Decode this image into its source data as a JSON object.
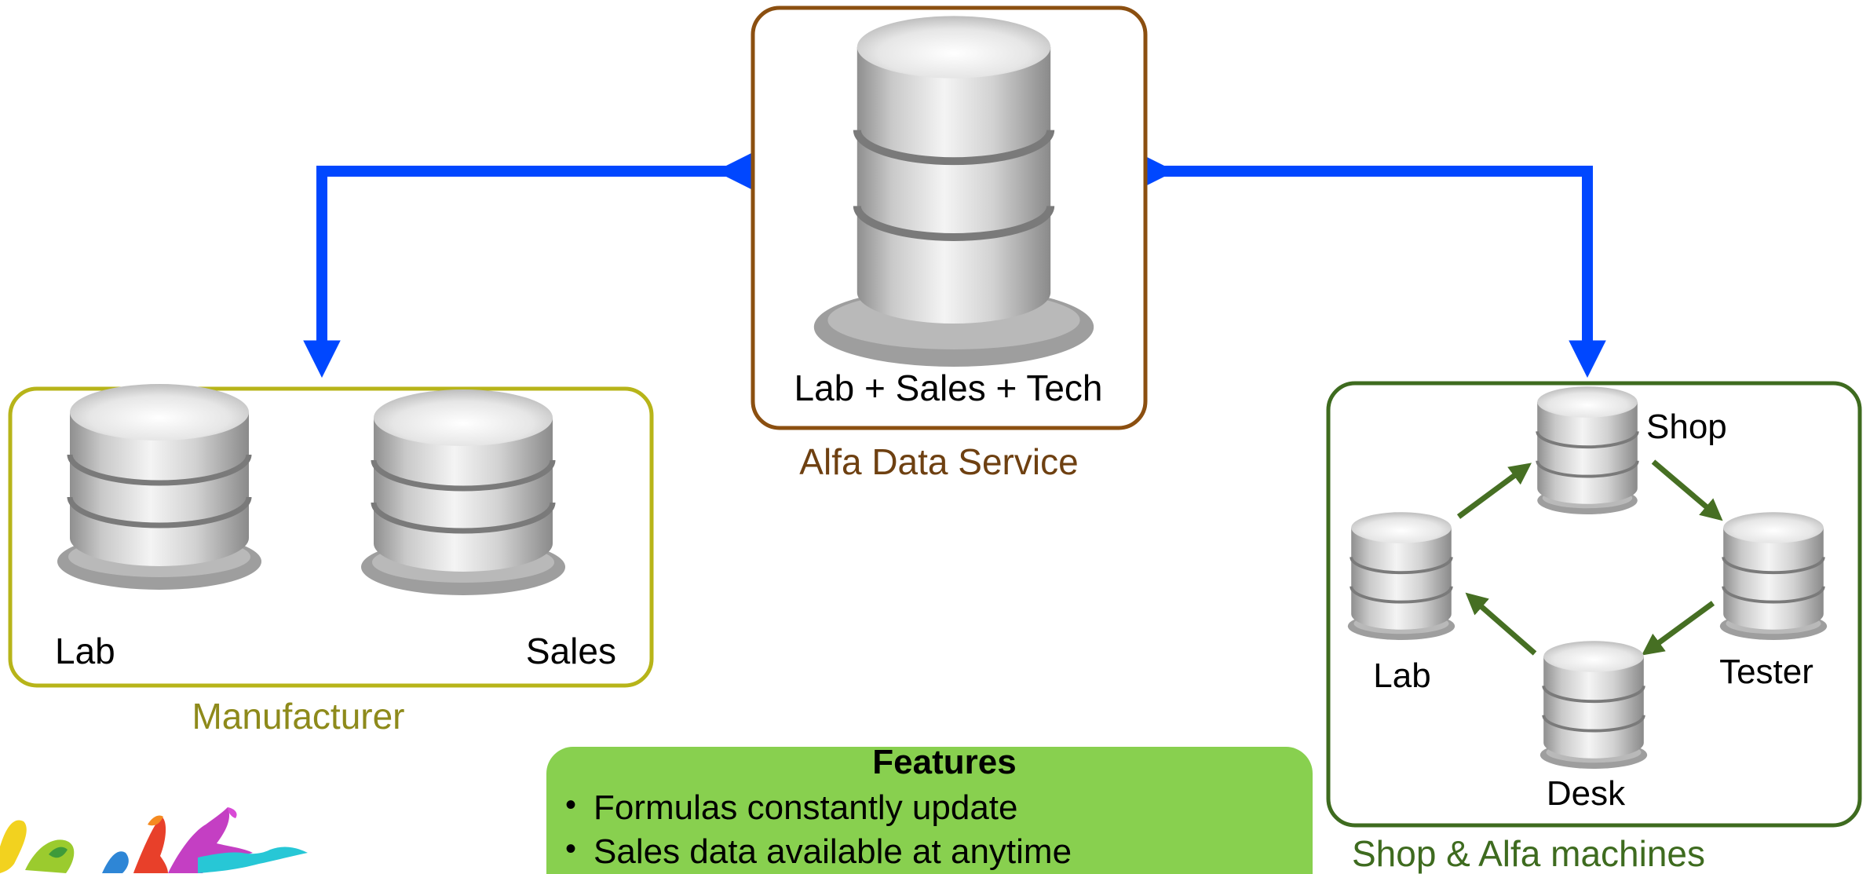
{
  "central": {
    "box_label": "Lab + Sales + Tech",
    "caption": "Alfa Data Service"
  },
  "manufacturer": {
    "caption": "Manufacturer",
    "labels": {
      "lab": "Lab",
      "sales": "Sales"
    }
  },
  "shop": {
    "caption": "Shop & Alfa machines",
    "labels": {
      "shop": "Shop",
      "lab": "Lab",
      "tester": "Tester",
      "desk": "Desk"
    }
  },
  "features": {
    "title": "Features",
    "items": [
      "Formulas constantly update",
      "Sales data available at anytime"
    ]
  },
  "colors": {
    "sync_arrow": "#0047FF",
    "central_border": "#8B4F10",
    "central_caption": "#6E4011",
    "manufacturer_border": "#B7B419",
    "manufacturer_caption": "#8E8A1B",
    "shop_border": "#3E6B1F",
    "shop_caption": "#3E6B1F",
    "cycle_arrow": "#466F23",
    "features_fill": "#88D04F"
  },
  "icons": {
    "database": "database-icon",
    "logo": "paint-splash-logo"
  }
}
